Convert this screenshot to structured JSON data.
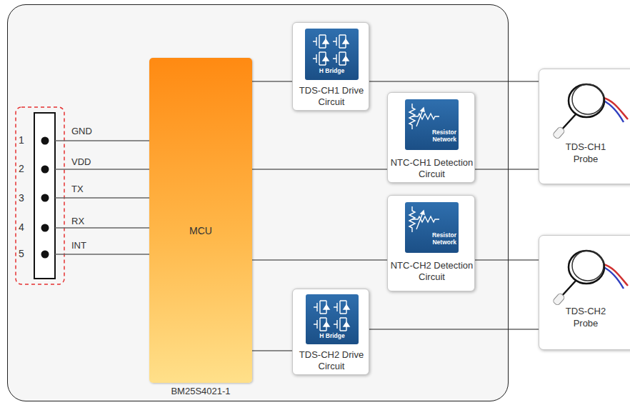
{
  "diagram": {
    "nodes": [
      {
        "text": [
          "BM25S4021-1"
        ]
      },
      {
        "text": [
          "MCU"
        ],
        "in": 0
      },
      {
        "text": [
          "H Bridge",
          "TDS-CH1 Drive Circuit"
        ],
        "in": 0
      },
      {
        "text": [
          "Resistor Network",
          "NTC-CH1 Detection Circuit"
        ],
        "in": 0
      },
      {
        "text": [
          "Resistor Network",
          "NTC-CH2 Detection Circuit"
        ],
        "in": 0
      },
      {
        "text": [
          "H Bridge",
          "TDS-CH2 Drive Circuit"
        ],
        "in": 0
      },
      {
        "text": [
          "TDS-CH1 Probe"
        ]
      },
      {
        "text": [
          "TDS-CH2 Probe"
        ]
      }
    ],
    "edges": [
      {
        "from": 1,
        "to": 2,
        "arrow": "none"
      },
      {
        "from": 2,
        "to": 6,
        "arrow": "none"
      },
      {
        "from": 1,
        "to": 3,
        "arrow": "none"
      },
      {
        "from": 3,
        "to": 6,
        "arrow": "none"
      },
      {
        "from": 1,
        "to": 4,
        "arrow": "none"
      },
      {
        "from": 4,
        "to": 7,
        "arrow": "none"
      },
      {
        "from": 1,
        "to": 5,
        "arrow": "none"
      },
      {
        "from": 5,
        "to": 7,
        "arrow": "none"
      }
    ],
    "labels": [
      "1",
      "GND",
      "2",
      "VDD",
      "3",
      "TX",
      "4",
      "RX",
      "5",
      "INT"
    ]
  }
}
